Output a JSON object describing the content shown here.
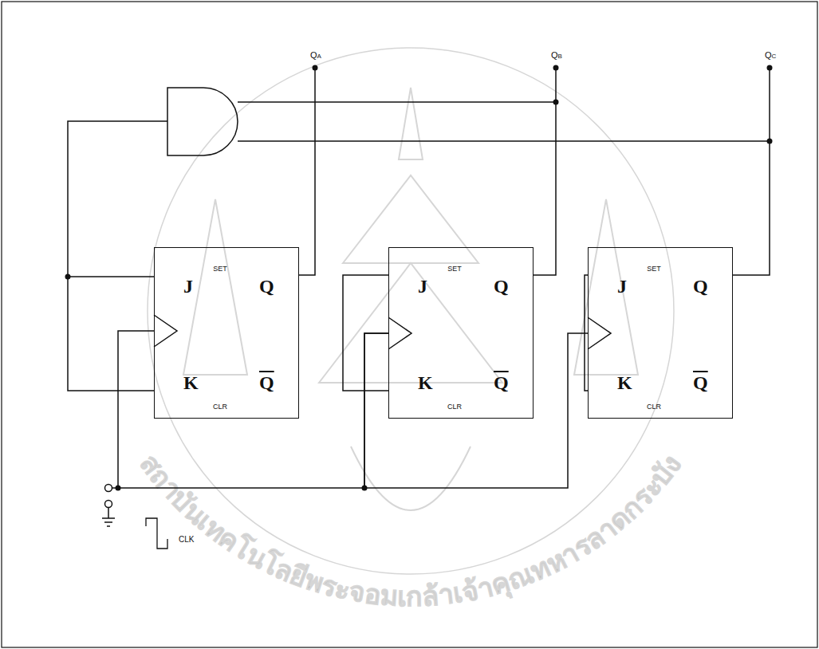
{
  "diagram": {
    "nodes": [
      {
        "text": [
          "SET",
          "J",
          "Q",
          "K",
          "Q",
          "CLR"
        ]
      },
      {
        "text": [
          "SET",
          "J",
          "Q",
          "K",
          "Q",
          "CLR"
        ]
      },
      {
        "text": [
          "SET",
          "J",
          "Q",
          "K",
          "Q",
          "CLR"
        ]
      }
    ],
    "edges": [
      {
        "from": 0,
        "to": 1,
        "arrow": "none"
      },
      {
        "from": 1,
        "to": 2,
        "arrow": "none"
      }
    ],
    "labels": [
      "QA",
      "QB",
      "QC",
      "CLK",
      "สถาบันเทคโนโลยีพระจอมเกล้าเจ้าคุณทหารลาดกระบัง"
    ]
  }
}
